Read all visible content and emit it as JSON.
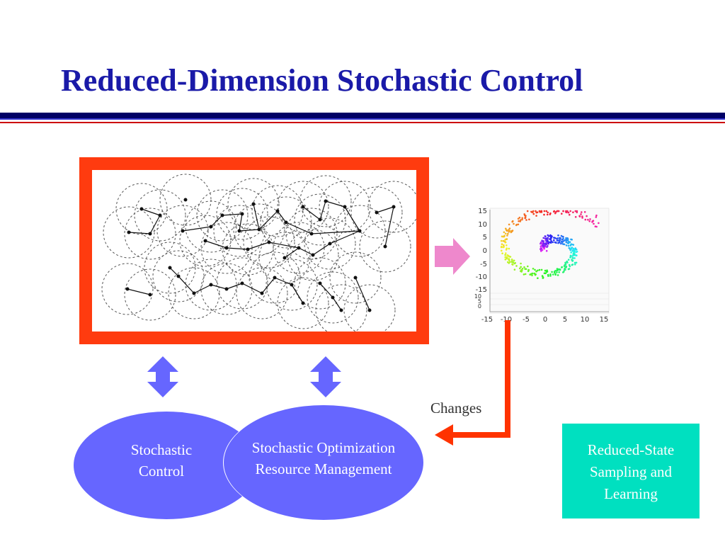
{
  "slide": {
    "title": "Reduced-Dimension Stochastic Control"
  },
  "diagram": {
    "left_ellipse": {
      "line1": "Stochastic",
      "line2": "Control"
    },
    "right_ellipse": {
      "line1": "Stochastic Optimization",
      "line2": "Resource Management"
    },
    "changes_label": "Changes",
    "reduced_box": {
      "line1": "Reduced-State",
      "line2": "Sampling and",
      "line3": "Learning"
    }
  },
  "plot": {
    "y_ticks": [
      "15",
      "10",
      "5",
      "0",
      "-5",
      "-10",
      "-15"
    ],
    "x_ticks": [
      "-15",
      "-10",
      "-5",
      "0",
      "5",
      "10",
      "15"
    ],
    "z_ticks": [
      "10",
      "5",
      "0"
    ]
  },
  "colors": {
    "title": "#1a1aa8",
    "frame": "#ff3b0f",
    "ellipse": "#6666ff",
    "teal_box": "#00e0c0",
    "double_arrow": "#6666ff",
    "pink_arrow": "#ee88cc",
    "red_connector": "#ff3300",
    "rule_navy": "#000066",
    "rule_red": "#cc0000"
  }
}
